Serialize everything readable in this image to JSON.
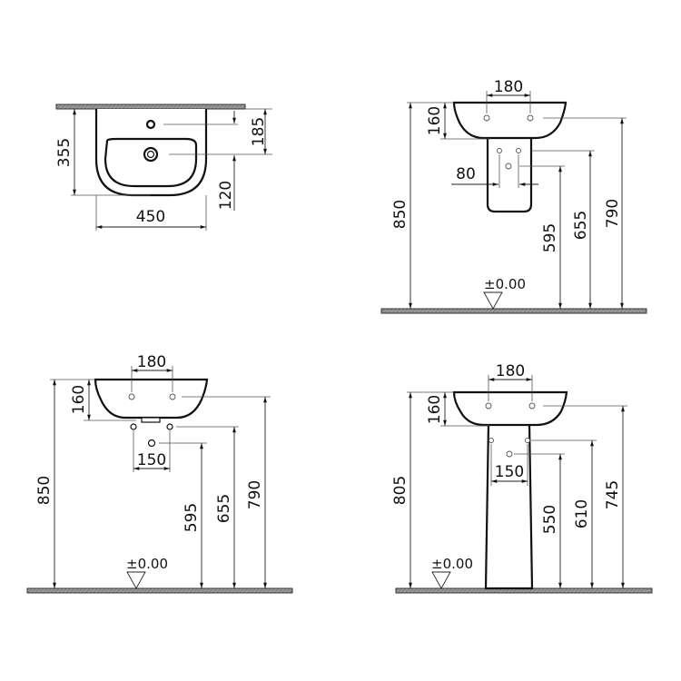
{
  "drawings": [
    {
      "id": "top-view",
      "dims": {
        "width": "450",
        "depth": "355",
        "tap_to_wall": "185",
        "waste_offset": "120"
      }
    },
    {
      "id": "basin-half-pedestal",
      "dims": {
        "tap_spacing": "180",
        "basin_height": "160",
        "pedestal_width": "80",
        "rim_height": "850",
        "h1": "790",
        "h2": "655",
        "h3": "595",
        "floor": "±0.00"
      }
    },
    {
      "id": "wall-hung-basin",
      "dims": {
        "tap_spacing": "180",
        "basin_height": "160",
        "pipe_spacing": "150",
        "rim_height": "850",
        "h1": "790",
        "h2": "655",
        "h3": "595",
        "floor": "±0.00"
      }
    },
    {
      "id": "basin-full-pedestal",
      "dims": {
        "tap_spacing": "180",
        "basin_height": "160",
        "pipe_spacing": "150",
        "rim_height": "805",
        "h1": "745",
        "h2": "610",
        "h3": "550",
        "floor": "±0.00"
      }
    }
  ]
}
